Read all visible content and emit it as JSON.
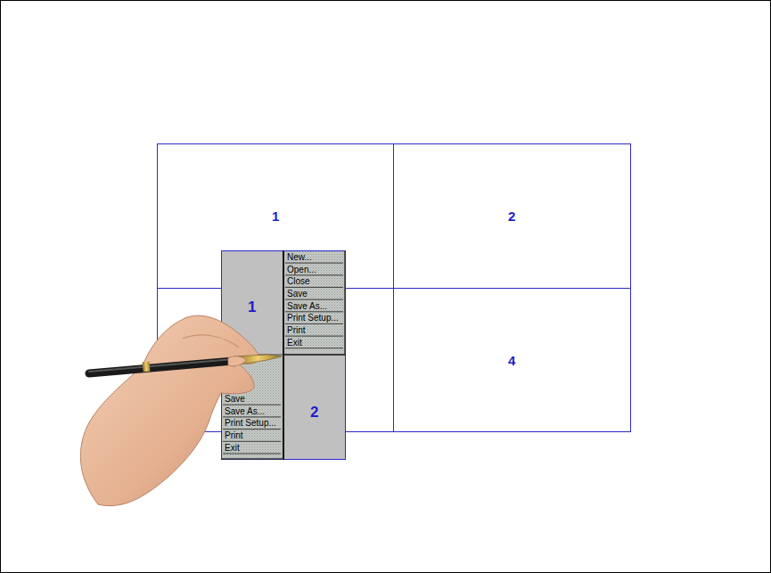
{
  "diagram": {
    "nodes": [
      {
        "text": [
          "1"
        ]
      },
      {
        "text": [
          "2"
        ]
      },
      {
        "text": [
          "1"
        ]
      },
      {
        "text": [
          "New...",
          "Open...",
          "Close",
          "Save",
          "Save As...",
          "Print Setup...",
          "Print",
          "Exit"
        ]
      },
      {
        "text": [
          "4"
        ]
      },
      {
        "text": [
          "Save",
          "Save As...",
          "Print Setup...",
          "Print",
          "Exit"
        ]
      },
      {
        "text": [
          "2"
        ]
      }
    ]
  }
}
